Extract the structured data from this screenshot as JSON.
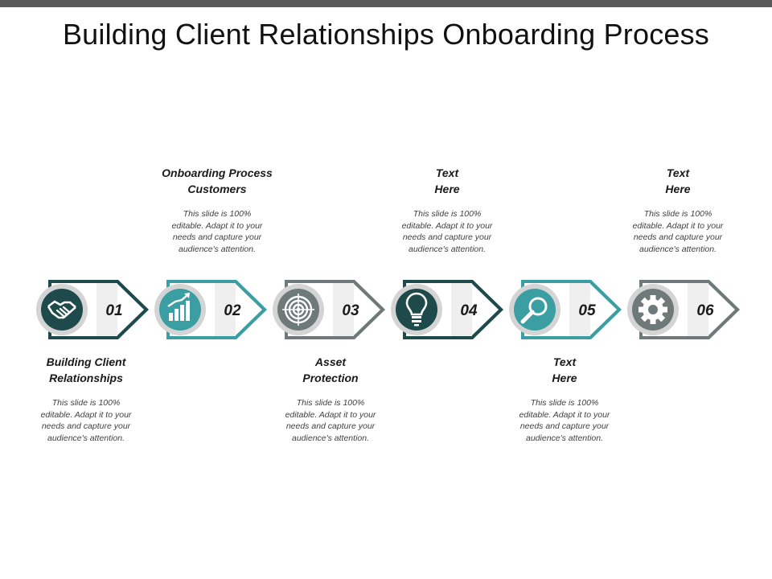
{
  "title": "Building Client Relationships Onboarding Process",
  "colors": {
    "top_bar": "#595959",
    "dark_teal": "#1f4a4c",
    "teal": "#3a9ea3",
    "gray": "#6e7a79",
    "number_panel": "#efefef",
    "ring": "#d4d4d4"
  },
  "steps": [
    {
      "number": "01",
      "icon": "handshake-icon",
      "color": "#1f4a4c",
      "title": "Building Client\nRelationships",
      "body": "This slide is 100% editable. Adapt it to your needs and capture your audience's attention.",
      "position": "below"
    },
    {
      "number": "02",
      "icon": "growth-chart-icon",
      "color": "#3a9ea3",
      "title": "Onboarding Process\nCustomers",
      "body": "This slide is 100% editable. Adapt it to your needs and capture your audience's attention.",
      "position": "above"
    },
    {
      "number": "03",
      "icon": "target-icon",
      "color": "#6e7a79",
      "title": "Asset\nProtection",
      "body": "This slide is 100% editable. Adapt it to your needs and capture your audience's attention.",
      "position": "below"
    },
    {
      "number": "04",
      "icon": "lightbulb-icon",
      "color": "#1f4a4c",
      "title": "Text\nHere",
      "body": "This slide is 100% editable. Adapt it to your needs and capture your audience's attention.",
      "position": "above"
    },
    {
      "number": "05",
      "icon": "magnifier-icon",
      "color": "#3a9ea3",
      "title": "Text\nHere",
      "body": "This slide is 100% editable. Adapt it to your needs and capture your audience's attention.",
      "position": "below"
    },
    {
      "number": "06",
      "icon": "gear-icon",
      "color": "#6e7a79",
      "title": "Text\nHere",
      "body": "This slide is 100% editable. Adapt it to your needs and capture your audience's attention.",
      "position": "above"
    }
  ]
}
